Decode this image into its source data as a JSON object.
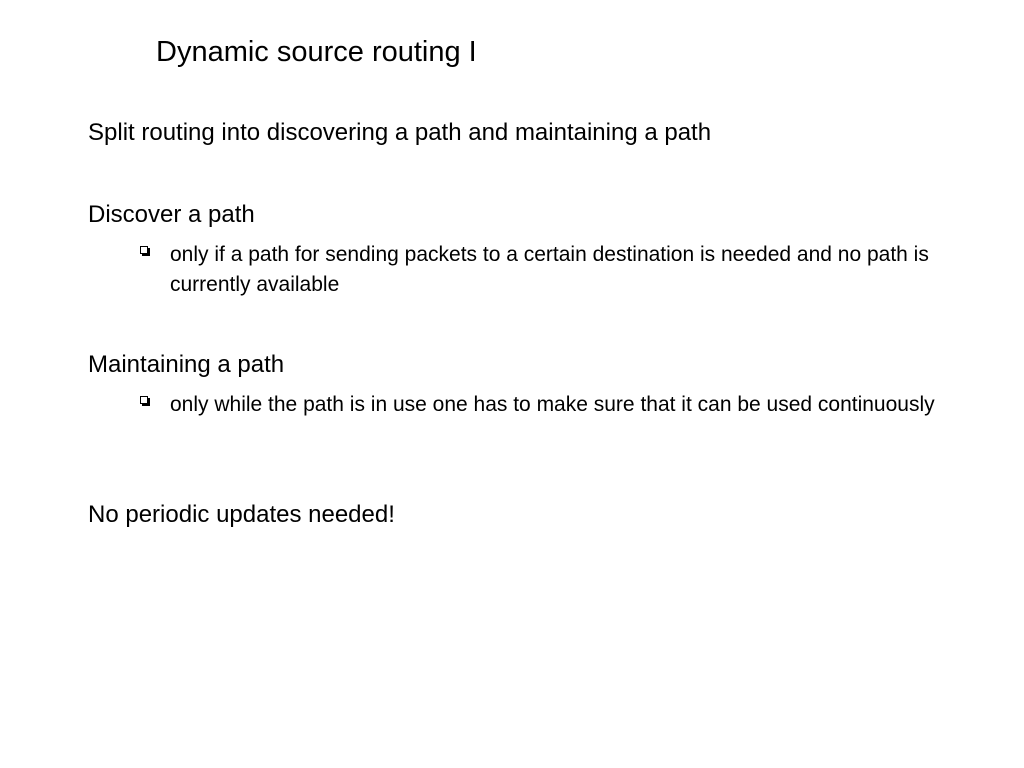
{
  "slide": {
    "title": "Dynamic source routing I",
    "points": [
      {
        "text": "Split routing into discovering a path and maintaining a path"
      },
      {
        "text": "Discover a path",
        "sub": "only if a path for sending packets to a certain destination is needed and no path is currently available"
      },
      {
        "text": "Maintaining a path",
        "sub": "only while the path is in use one has to make sure that it can be used continuously"
      },
      {
        "text": "No periodic updates needed!"
      }
    ],
    "bullet_icon": "hollow-square-bullet-icon"
  }
}
